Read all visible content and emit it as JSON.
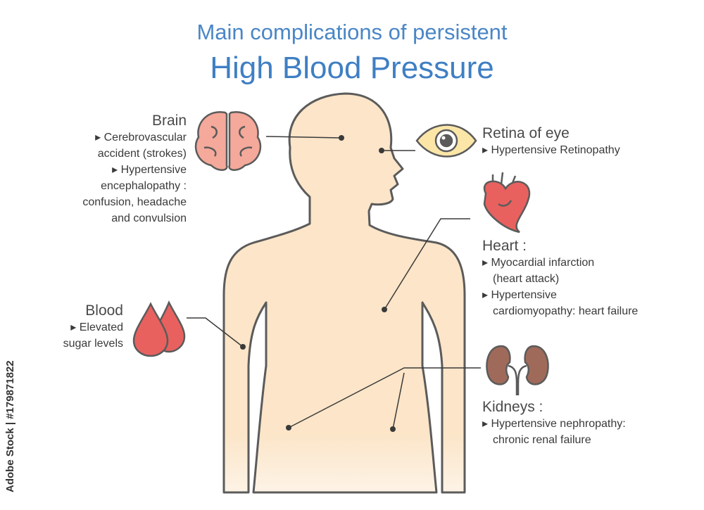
{
  "title": {
    "line1": "Main complications of persistent",
    "line2": "High Blood Pressure"
  },
  "brain": {
    "heading": "Brain",
    "lines": [
      "▸ Cerebrovascular",
      "accident (strokes)",
      "▸ Hypertensive",
      "encephalopathy :",
      "confusion, headache",
      "and convulsion"
    ]
  },
  "eye": {
    "heading": "Retina of eye",
    "lines": [
      "▸ Hypertensive Retinopathy"
    ]
  },
  "heart": {
    "heading": "Heart :",
    "lines": [
      "▸ Myocardial infarction",
      "(heart attack)",
      "▸  Hypertensive",
      "cardiomyopathy: heart failure"
    ]
  },
  "blood": {
    "heading": "Blood",
    "lines": [
      "▸ Elevated",
      "sugar levels"
    ]
  },
  "kidneys": {
    "heading": "Kidneys :",
    "lines": [
      "▸ Hypertensive nephropathy:",
      "chronic renal failure"
    ]
  },
  "watermark": "Adobe Stock | #179871822",
  "colors": {
    "title": "#4a86c6",
    "body_fill": "#fce5c8",
    "outline": "#5b5b5b",
    "organ_red": "#e8615f",
    "brain_pink": "#f4a99a",
    "kidney_brown": "#a06a5a",
    "eye_yellow": "#fbe6a8"
  },
  "icons": [
    "brain-icon",
    "eye-icon",
    "heart-icon",
    "blood-drops-icon",
    "kidneys-icon"
  ]
}
